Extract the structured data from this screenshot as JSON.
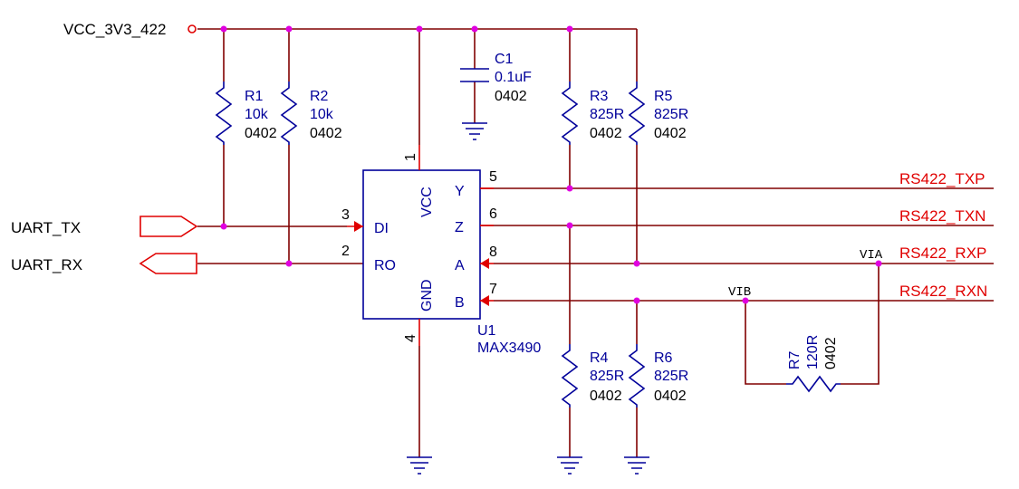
{
  "power": {
    "net": "VCC_3V3_422"
  },
  "ports": {
    "uart_tx": "UART_TX",
    "uart_rx": "UART_RX"
  },
  "nets": {
    "txp": "RS422_TXP",
    "txn": "RS422_TXN",
    "rxp": "RS422_RXP",
    "rxn": "RS422_RXN",
    "via": "VIA",
    "vib": "VIB"
  },
  "u1": {
    "ref": "U1",
    "part": "MAX3490",
    "pins": {
      "vcc": {
        "name": "VCC",
        "num": "1"
      },
      "gnd": {
        "name": "GND",
        "num": "4"
      },
      "di": {
        "name": "DI",
        "num": "3"
      },
      "ro": {
        "name": "RO",
        "num": "2"
      },
      "y": {
        "name": "Y",
        "num": "5"
      },
      "z": {
        "name": "Z",
        "num": "6"
      },
      "a": {
        "name": "A",
        "num": "8"
      },
      "b": {
        "name": "B",
        "num": "7"
      }
    }
  },
  "c1": {
    "ref": "C1",
    "value": "0.1uF",
    "package": "0402"
  },
  "resistors": {
    "r1": {
      "ref": "R1",
      "value": "10k",
      "package": "0402"
    },
    "r2": {
      "ref": "R2",
      "value": "10k",
      "package": "0402"
    },
    "r3": {
      "ref": "R3",
      "value": "825R",
      "package": "0402"
    },
    "r4": {
      "ref": "R4",
      "value": "825R",
      "package": "0402"
    },
    "r5": {
      "ref": "R5",
      "value": "825R",
      "package": "0402"
    },
    "r6": {
      "ref": "R6",
      "value": "825R",
      "package": "0402"
    },
    "r7": {
      "ref": "R7",
      "value": "120R",
      "package": "0402"
    }
  },
  "colors": {
    "wire": "#800000",
    "component": "#00009a",
    "net_label": "#e00000",
    "junction": "#e000e0"
  }
}
